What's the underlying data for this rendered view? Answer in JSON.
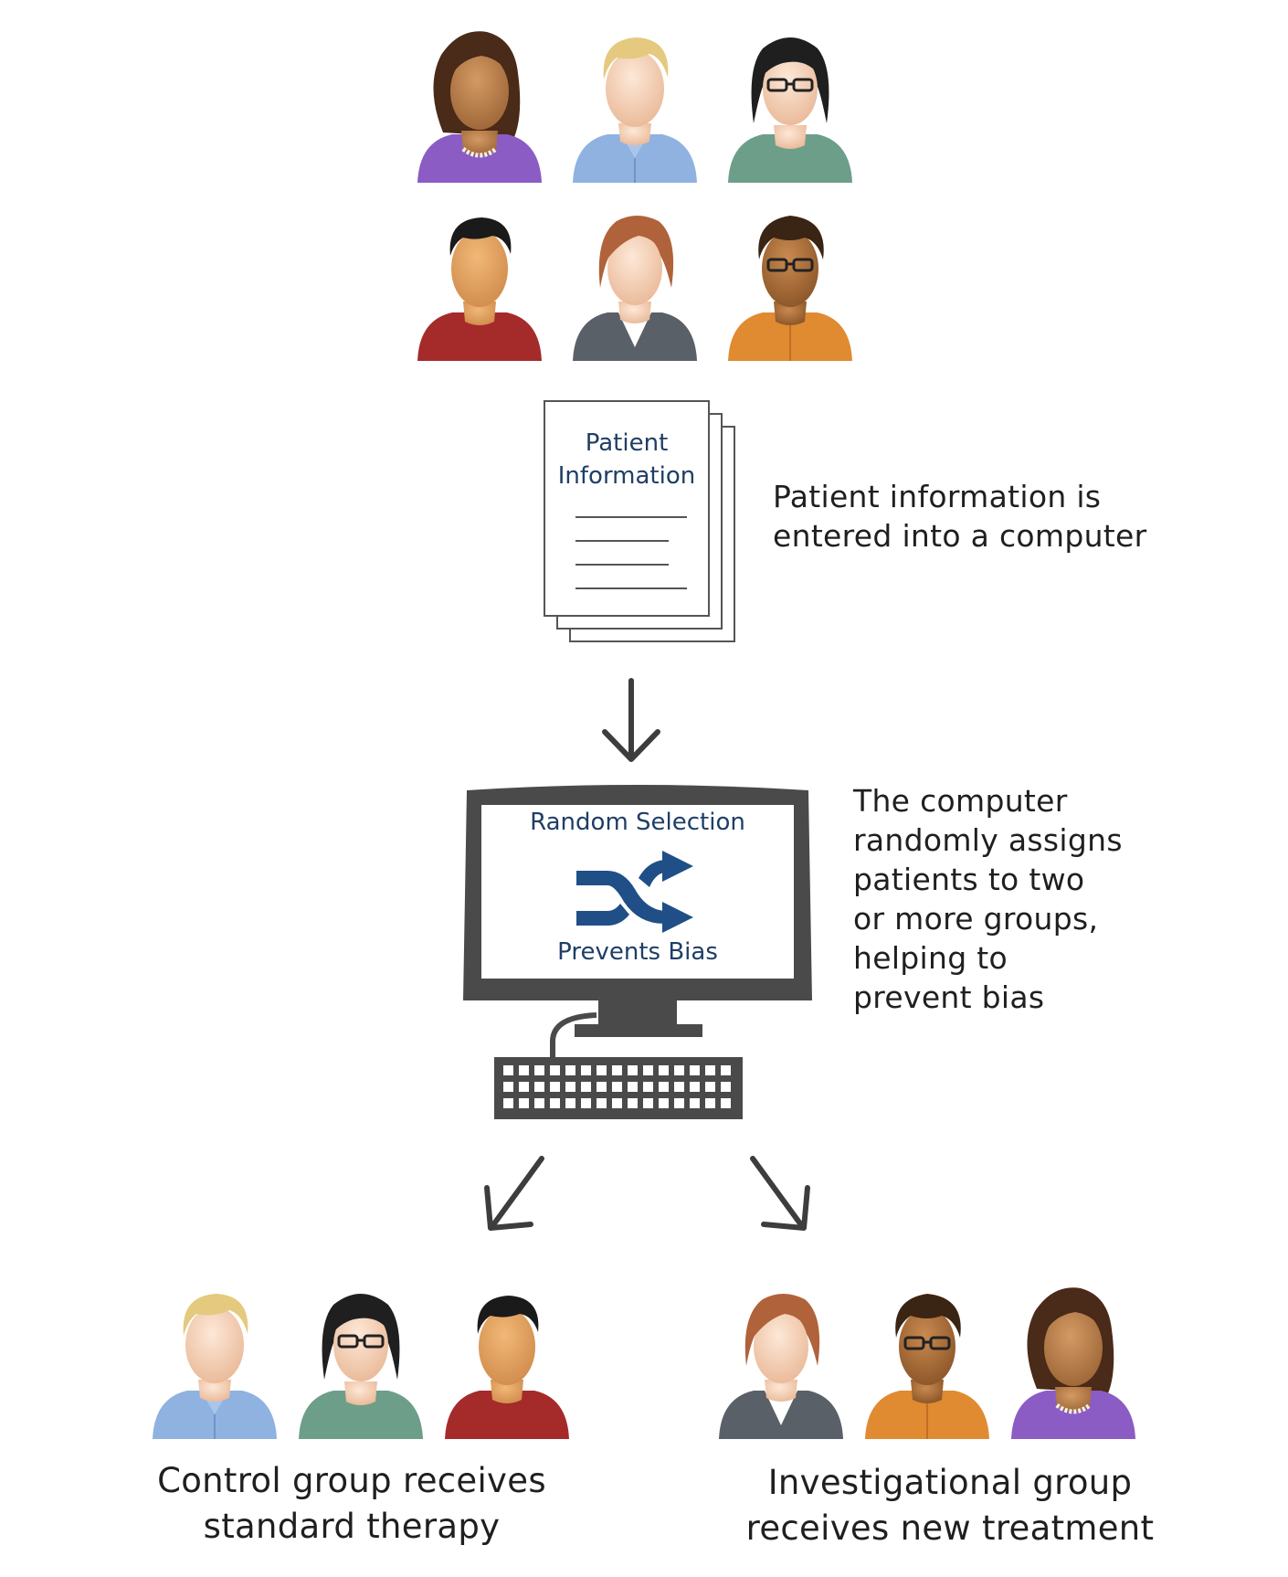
{
  "document": {
    "title_line1": "Patient",
    "title_line2": "Information"
  },
  "step1_caption": {
    "line1": "Patient information is",
    "line2": "entered into a computer"
  },
  "screen": {
    "top_label": "Random Selection",
    "bottom_label": "Prevents Bias"
  },
  "step2_caption": {
    "line1": "The computer",
    "line2": "randomly assigns",
    "line3": "patients to two",
    "line4": "or more groups,",
    "line5": "helping to",
    "line6": "prevent bias"
  },
  "control_group": {
    "line1": "Control group receives",
    "line2": "standard therapy"
  },
  "investigational_group": {
    "line1": "Investigational group",
    "line2": "receives new treatment"
  },
  "colors": {
    "accent_blue": "#1f4f86",
    "text_navy": "#1f3e66",
    "device_gray": "#4a4a4a",
    "arrow_gray": "#3d3d3d",
    "shirt_purple": "#8a5cc4",
    "shirt_blue": "#8fb2e0",
    "shirt_teal": "#6d9e8a",
    "shirt_red": "#a52a2a",
    "shirt_gray": "#5a6068",
    "shirt_orange": "#e08a32"
  },
  "patients_pool": [
    "avatar-woman-purple",
    "avatar-man-blonde-blue",
    "avatar-woman-glasses-teal",
    "avatar-man-red",
    "avatar-woman-auburn-suit",
    "avatar-man-glasses-orange"
  ],
  "control_members": [
    "avatar-man-blonde-blue",
    "avatar-woman-glasses-teal",
    "avatar-man-red"
  ],
  "investigational_members": [
    "avatar-woman-auburn-suit",
    "avatar-man-glasses-orange",
    "avatar-woman-purple"
  ]
}
